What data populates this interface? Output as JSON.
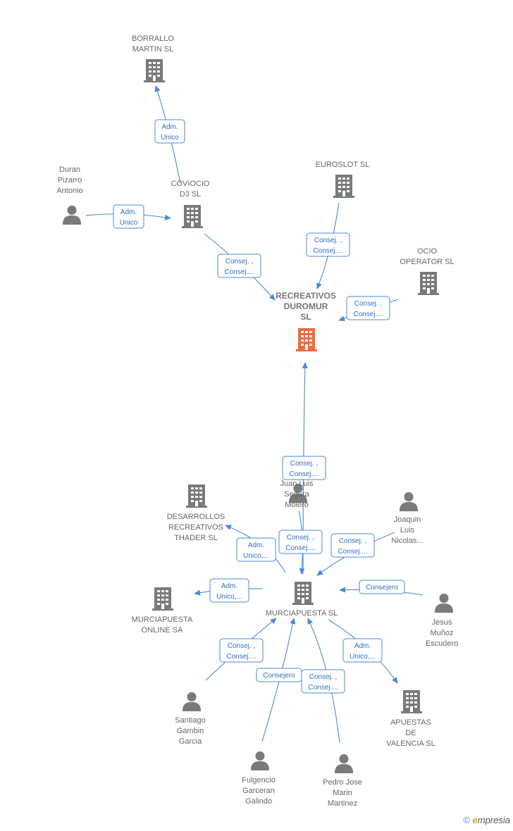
{
  "colors": {
    "edge": "#4a89d8",
    "company": "#7a7a7a",
    "center": "#f26a3a",
    "person": "#7a7a7a"
  },
  "nodes": [
    {
      "id": "borrallo",
      "kind": "company",
      "label": [
        "BORRALLO",
        "MARTIN  SL"
      ]
    },
    {
      "id": "coviocio",
      "kind": "company",
      "label": [
        "COVIOCIO",
        "D3 SL"
      ]
    },
    {
      "id": "duran",
      "kind": "person",
      "label": [
        "Duran",
        "Pizarro",
        "Antonio"
      ]
    },
    {
      "id": "euroslot",
      "kind": "company",
      "label": [
        "EUROSLOT  SL"
      ]
    },
    {
      "id": "ocio",
      "kind": "company",
      "label": [
        "OCIO",
        "OPERATOR  SL"
      ]
    },
    {
      "id": "recreativos",
      "kind": "center",
      "label": [
        "RECREATIVOS",
        "DUROMUR",
        "SL"
      ]
    },
    {
      "id": "juanluis",
      "kind": "person",
      "label": [
        "Juan Luis",
        "Segura",
        "Molero"
      ]
    },
    {
      "id": "desarrollos",
      "kind": "company",
      "label": [
        "DESARROLLOS",
        "RECREATIVOS",
        "THADER  SL"
      ]
    },
    {
      "id": "joaquin",
      "kind": "person",
      "label": [
        "Joaquin",
        "Luis",
        "Nicolas..."
      ]
    },
    {
      "id": "murciaonline",
      "kind": "company",
      "label": [
        "MURCIAPUESTA",
        "ONLINE SA"
      ]
    },
    {
      "id": "murciapuesta",
      "kind": "company",
      "label": [
        "MURCIAPUESTA SL"
      ]
    },
    {
      "id": "jesus",
      "kind": "person",
      "label": [
        "Jesus",
        "Muñoz",
        "Escudero"
      ]
    },
    {
      "id": "santiago",
      "kind": "person",
      "label": [
        "Santiago",
        "Gambin",
        "Garcia"
      ]
    },
    {
      "id": "apuestas",
      "kind": "company",
      "label": [
        "APUESTAS",
        "DE",
        "VALENCIA  SL"
      ]
    },
    {
      "id": "fulgencio",
      "kind": "person",
      "label": [
        "Fulgencio",
        "Garceran",
        "Galindo"
      ]
    },
    {
      "id": "pedro",
      "kind": "person",
      "label": [
        "Pedro Jose",
        "Marin",
        "Martinez"
      ]
    }
  ],
  "edges": [
    {
      "from": "coviocio",
      "to": "borrallo",
      "label": [
        "Adm.",
        "Unico"
      ]
    },
    {
      "from": "duran",
      "to": "coviocio",
      "label": [
        "Adm.",
        "Unico"
      ]
    },
    {
      "from": "coviocio",
      "to": "recreativos",
      "label": [
        "Consej. ,",
        "Consej...."
      ]
    },
    {
      "from": "euroslot",
      "to": "recreativos",
      "label": [
        "Consej. ,",
        "Consej...."
      ]
    },
    {
      "from": "ocio",
      "to": "recreativos",
      "label": [
        "Consej. ,",
        "Consej...."
      ]
    },
    {
      "from": "murciapuesta",
      "to": "recreativos",
      "label": [
        "Consej. ,",
        "Consej...."
      ]
    },
    {
      "from": "murciapuesta",
      "to": "desarrollos",
      "label": [
        "Adm.",
        "Unico,..."
      ]
    },
    {
      "from": "juanluis",
      "to": "murciapuesta",
      "label": [
        "Consej. ,",
        "Consej...."
      ]
    },
    {
      "from": "joaquin",
      "to": "murciapuesta",
      "label": [
        "Consej. ,",
        "Consej...."
      ]
    },
    {
      "from": "murciapuesta",
      "to": "murciaonline",
      "label": [
        "Adm.",
        "Unico,..."
      ]
    },
    {
      "from": "jesus",
      "to": "murciapuesta",
      "label": [
        "Consejero"
      ]
    },
    {
      "from": "santiago",
      "to": "murciapuesta",
      "label": [
        "Consej. ,",
        "Consej...."
      ]
    },
    {
      "from": "murciapuesta",
      "to": "apuestas",
      "label": [
        "Adm.",
        "Unico,..."
      ]
    },
    {
      "from": "fulgencio",
      "to": "murciapuesta",
      "label": [
        "Consejero"
      ]
    },
    {
      "from": "pedro",
      "to": "murciapuesta",
      "label": [
        "Consej. ,",
        "Consej...."
      ]
    }
  ],
  "footer": {
    "copyright_symbol": "©",
    "brand_initial": "e",
    "brand_rest": "mpresia"
  }
}
